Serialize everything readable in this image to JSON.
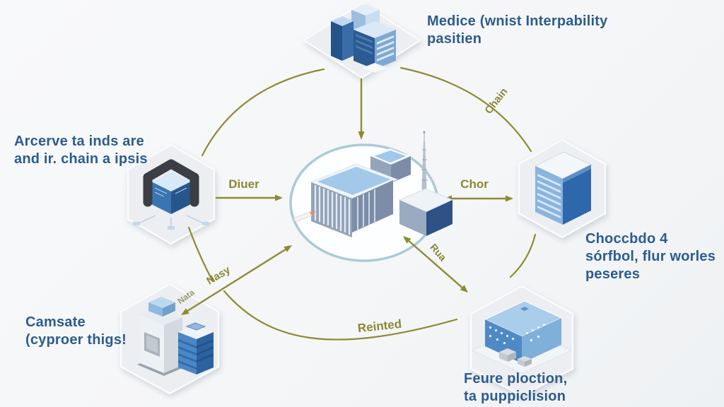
{
  "diagram": {
    "type": "hub-and-spoke network diagram with isometric building icons",
    "palette": {
      "background": "#f6f7f8",
      "arrow": "#8d8b33",
      "edge_label_text": "#8a8834",
      "node_label_text": "#2d5c8e",
      "tile_fill": "#eceef1",
      "hub_circle_stroke": "#accad8",
      "building_blue_dark": "#2c5a92",
      "building_blue_mid": "#4f8ac6",
      "building_blue_light": "#a9cdea"
    },
    "hub": {
      "icon": "campus-buildings-with-antenna-icon"
    },
    "nodes": [
      {
        "id": "top",
        "icon": "city-skyscrapers-icon",
        "label_lines": [
          "Medice (wnist Interpability",
          "pasitien"
        ]
      },
      {
        "id": "left",
        "icon": "cube-in-clamp-icon",
        "label_lines": [
          "Arcerve ta inds are",
          "and ir. chain a ipsis"
        ]
      },
      {
        "id": "right",
        "icon": "blue-book-server-icon",
        "label_lines": [
          "Choccbdo 4",
          "sórfbol, flur worles",
          "peseres"
        ]
      },
      {
        "id": "bottom-left",
        "icon": "machine-and-stacked-crate-icon",
        "label_lines": [
          "Camsate",
          "(cyproer thigs!"
        ]
      },
      {
        "id": "bottom-right",
        "icon": "factory-building-icon",
        "label_lines": [
          "Feure ploction,",
          "ta puppiclision"
        ]
      }
    ],
    "edge_labels": {
      "diuer": "Diuer",
      "chor": "Chor",
      "chain": "Chain",
      "rua": "Rua",
      "nasy": "Nasy",
      "nata": "Nata",
      "reinted": "Reinted"
    }
  }
}
